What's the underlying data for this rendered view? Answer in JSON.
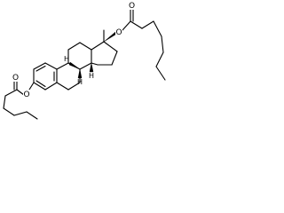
{
  "atom_labels": {
    "ester_oxygen_left": "O",
    "carbonyl_oxygen_left": "O",
    "ester_oxygen_right": "O",
    "carbonyl_oxygen_right": "O"
  },
  "stereo_h": {
    "h_c8": "H",
    "h_c9": "H",
    "h_c14": "H"
  },
  "colors": {
    "ink": "#000000",
    "background": "#ffffff"
  }
}
